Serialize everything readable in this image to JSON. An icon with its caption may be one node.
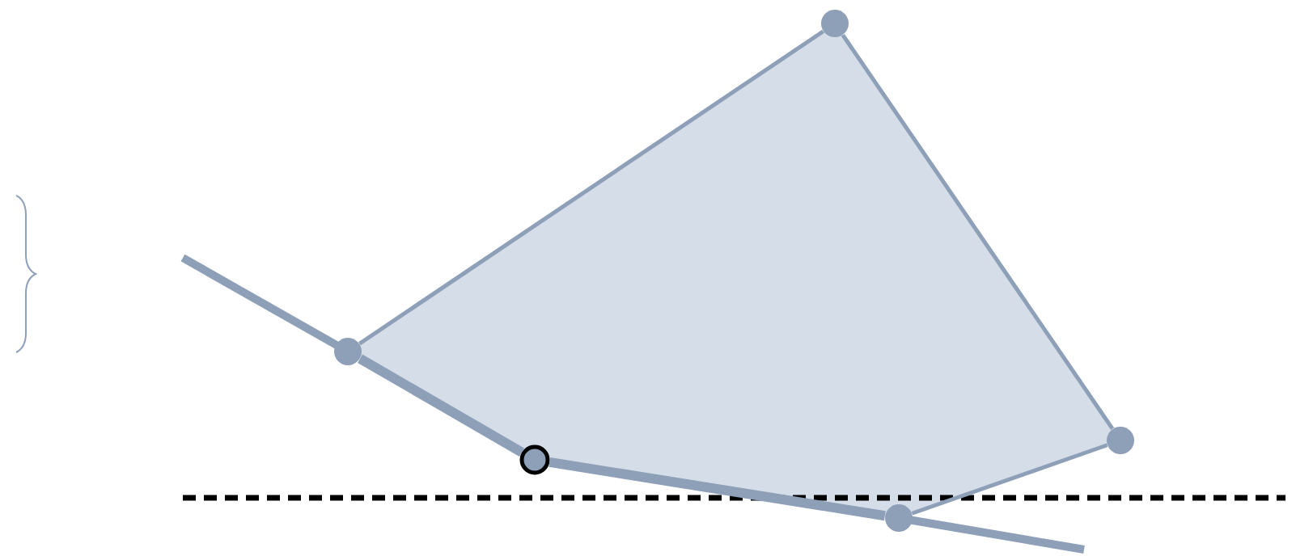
{
  "diagram": {
    "nodes": [
      {
        "text": [],
        "shape": "circle"
      },
      {
        "text": [],
        "shape": "circle"
      },
      {
        "text": [],
        "shape": "circle"
      },
      {
        "text": [],
        "shape": "circle"
      },
      {
        "text": [],
        "shape": "circle"
      }
    ],
    "edges": [
      {
        "from": 0,
        "to": 1,
        "arrow": "none"
      },
      {
        "from": 1,
        "to": 2,
        "arrow": "none"
      },
      {
        "from": 2,
        "to": 3,
        "arrow": "none"
      },
      {
        "from": 3,
        "to": 4,
        "arrow": "none",
        "style": "thick"
      },
      {
        "from": 4,
        "to": 0,
        "arrow": "none",
        "style": "thick"
      }
    ]
  }
}
